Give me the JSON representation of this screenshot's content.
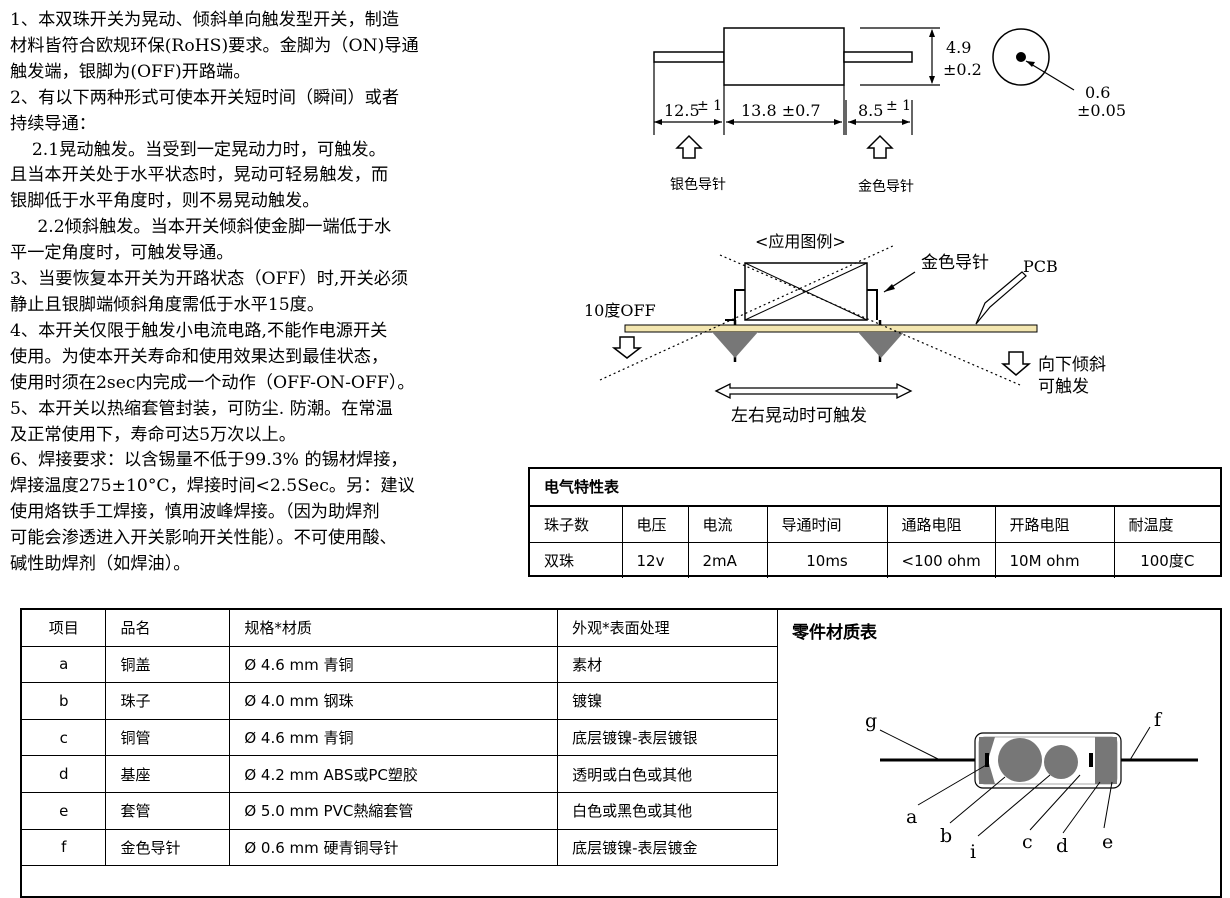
{
  "intro_lines": [
    "1、本双珠开关为晃动、倾斜单向触发型开关，制造",
    "材料皆符合欧规环保(RoHS)要求。金脚为（ON)导通",
    "触发端，银脚为(OFF)开路端。",
    "2、有以下两种形式可使本开关短时间（瞬间）或者",
    "持续导通：",
    "    2.1晃动触发。当受到一定晃动力时，可触发。",
    "且当本开关处于水平状态时，晃动可轻易触发，而",
    "银脚低于水平角度时，则不易晃动触发。",
    "     2.2倾斜触发。当本开关倾斜使金脚一端低于水",
    "平一定角度时，可触发导通。",
    "3、当要恢复本开关为开路状态（OFF）时,开关必须",
    "静止且银脚端倾斜角度需低于水平15度。",
    "4、本开关仅限于触发小电流电路,不能作电源开关",
    "使用。为使本开关寿命和使用效果达到最佳状态，",
    "使用时须在2sec内完成一个动作（OFF-ON-OFF）。",
    "5、本开关以热缩套管封装，可防尘. 防潮。在常温",
    "及正常使用下，寿命可达5万次以上。",
    "6、焊接要求：以含锡量不低于99.3% 的锡材焊接，",
    "焊接温度275±10°C，焊接时间<2.5Sec。另：建议",
    "使用烙铁手工焊接，慎用波峰焊接。（因为助焊剂",
    "可能会渗透进入开关影响开关性能）。不可使用酸、",
    "碱性助焊剂（如焊油）。"
  ],
  "dimensions": {
    "left_lead": "12.5",
    "left_tol": "± 1",
    "body": "13.8 ±0.7",
    "right_lead": "8.5",
    "right_tol": "± 1",
    "dia": "4.9",
    "dia_tol": "±0.2",
    "pin": "0.6",
    "pin_tol": "±0.05",
    "silver_label": "银色导针",
    "gold_label": "金色导针"
  },
  "application": {
    "title": "<应用图例>",
    "gold_pin": "金色导针",
    "pcb": "PCB",
    "off_label": "10度OFF",
    "tilt_line1": "向下倾斜",
    "tilt_line2": "可触发",
    "shake": "左右晃动时可触发"
  },
  "electrical": {
    "title": "电气特性表",
    "headers": [
      "珠子数",
      "电压",
      "电流",
      "导通时间",
      "通路电阻",
      "开路电阻",
      "耐温度"
    ],
    "values": [
      "双珠",
      "12v",
      "2mA",
      "10ms",
      "<100 ohm",
      "10M ohm",
      "100度C"
    ]
  },
  "parts": {
    "title": "零件材质表",
    "headers": [
      "项目",
      "品名",
      "规格*材质",
      "外观*表面处理"
    ],
    "rows": [
      [
        "a",
        "铜盖",
        "Ø 4.6 mm 青铜",
        "素材"
      ],
      [
        "b",
        "珠子",
        "Ø 4.0 mm 钢珠",
        "镀镍"
      ],
      [
        "c",
        "铜管",
        "Ø 4.6 mm 青铜",
        "底层镀镍-表层镀银"
      ],
      [
        "d",
        "基座",
        "Ø 4.2 mm   ABS或PC塑胶",
        "透明或白色或其他"
      ],
      [
        "e",
        "套管",
        "Ø 5.0 mm PVC熱縮套管",
        "白色或黑色或其他"
      ],
      [
        "f",
        "金色导针",
        "Ø 0.6 mm  硬青铜导针",
        "底层镀镍-表层镀金"
      ]
    ],
    "labels": [
      "a",
      "b",
      "i",
      "c",
      "d",
      "e",
      "f",
      "g"
    ]
  }
}
